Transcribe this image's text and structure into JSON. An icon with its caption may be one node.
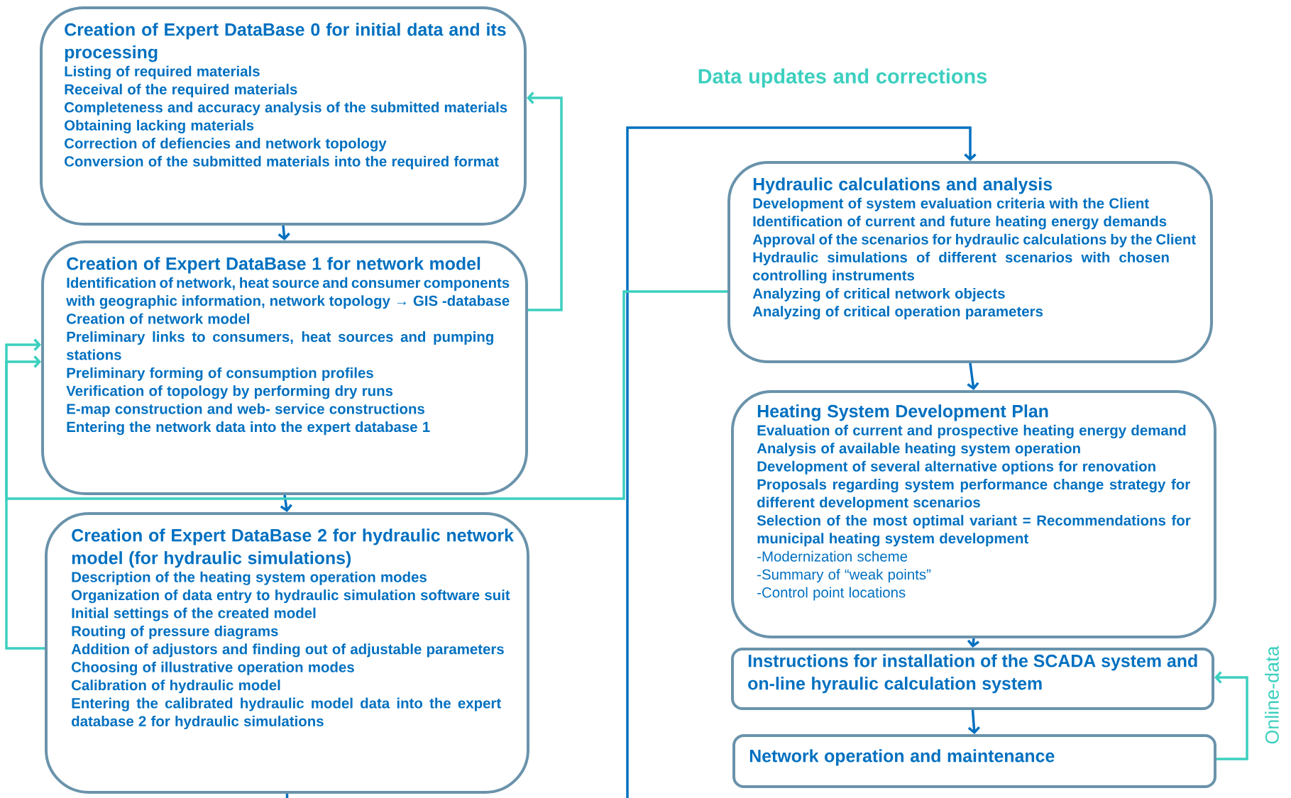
{
  "diagram": {
    "nodes": [
      {
        "text": [
          "Creation of Expert DataBase 0 for initial data and its processing",
          "Listing of required materials",
          "Receival of the required materials",
          "Completeness and accuracy analysis of the submitted materials",
          "Obtaining lacking materials",
          "Correction of defiencies and network topology",
          "Conversion of the submitted materials into the required format"
        ]
      },
      {
        "text": [
          "Creation of Expert DataBase 1 for network model",
          "Identification of network, heat source and consumer components with geographic information, network topology → GIS -database",
          "Creation of network model",
          "Preliminary links to consumers, heat sources and pumping stations",
          "Preliminary forming of consumption profiles",
          "Verification of topology by performing dry runs",
          "E-map construction and web- service constructions",
          "Entering the network data into the expert database 1"
        ]
      },
      {
        "text": [
          "Creation of Expert DataBase 2 for hydraulic network model (for hydraulic simulations)",
          "Description of the heating system operation modes",
          "Organization of data entry to hydraulic simulation software suit",
          "Initial settings of the created model",
          "Routing of pressure diagrams",
          "Addition of  adjustors and finding out of adjustable parameters",
          "Choosing of illustrative operation modes",
          "Calibration of hydraulic model",
          "Entering the calibrated hydraulic model data into the expert database 2 for hydraulic simulations"
        ]
      },
      {
        "text": [
          "Hydraulic calculations and analysis",
          "Development of system evaluation criteria with the Client",
          "Identification of current and future heating energy demands",
          "Approval of the scenarios for hydraulic calculations by the Client",
          "Hydraulic simulations of different scenarios with chosen controlling instruments",
          "Analyzing of critical network objects",
          "Analyzing of critical operation parameters"
        ]
      },
      {
        "text": [
          "Heating System Development Plan",
          "Evaluation of current and prospective heating energy demand",
          "Analysis of available heating system operation",
          "Development of several alternative options for renovation",
          "Proposals regarding system performance change strategy for different development scenarios",
          "Selection of the most optimal variant = Recommendations for municipal heating system development",
          "-Modernization scheme",
          "-Summary of “weak points”",
          "-Control point locations"
        ]
      },
      {
        "text": [
          "Instructions for installation of the SCADA system and on-line hyraulic calculation system"
        ]
      },
      {
        "text": [
          "Network operation and maintenance"
        ]
      }
    ],
    "edges": [
      {
        "from": 0,
        "to": 1,
        "arrow": "to"
      },
      {
        "from": 1,
        "to": 2,
        "arrow": "to"
      },
      {
        "from": 2,
        "to": 3,
        "arrow": "to"
      },
      {
        "from": 3,
        "to": 4,
        "arrow": "to"
      },
      {
        "from": 4,
        "to": 5,
        "arrow": "to"
      },
      {
        "from": 5,
        "to": 6,
        "arrow": "to"
      },
      {
        "from": 1,
        "to": 0,
        "arrow": "to",
        "color": "#3ccfbf"
      },
      {
        "from": 3,
        "to": 1,
        "arrow": "to",
        "color": "#3ccfbf"
      },
      {
        "from": 2,
        "to": 1,
        "arrow": "to",
        "color": "#3ccfbf"
      },
      {
        "from": 6,
        "to": 5,
        "arrow": "to",
        "color": "#3ccfbf",
        "label": "Online-data"
      }
    ],
    "labels": [
      "Data updates and corrections"
    ]
  }
}
